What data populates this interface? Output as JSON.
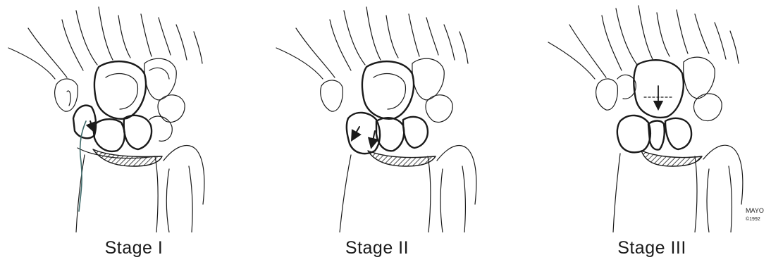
{
  "panels": [
    {
      "id": "stage-1",
      "caption": "Stage I"
    },
    {
      "id": "stage-2",
      "caption": "Stage II"
    },
    {
      "id": "stage-3",
      "caption": "Stage III"
    }
  ],
  "watermark": {
    "line1": "MAYO",
    "line2": "©1992"
  },
  "colors": {
    "ink": "#1a1a1a",
    "background": "#ffffff",
    "tear": "#3f6a6a"
  }
}
